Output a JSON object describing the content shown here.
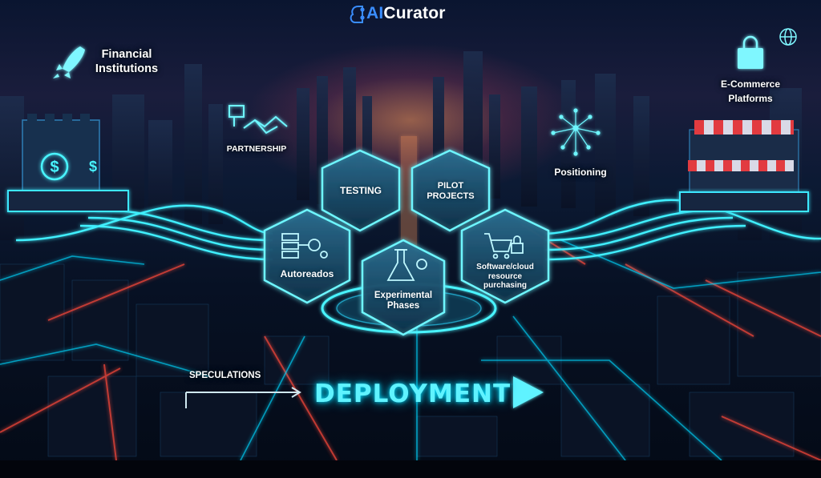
{
  "brand": {
    "prefix": "AI",
    "suffix": "Curator",
    "logo_icon": "brain-circuit-icon"
  },
  "corner_icon": "globe-icon",
  "sectors": {
    "financial": {
      "line1": "Financial",
      "line2": "Institutions",
      "icon": "rocket-icon",
      "building_icon": "dollar-icon"
    },
    "ecommerce": {
      "line1": "E-Commerce",
      "line2": "Platforms",
      "icon": "shopping-bag-icon",
      "building_icon": "storefront-icon"
    }
  },
  "nodes": {
    "partnership": {
      "label": "PARTNERSHIP",
      "icon": "handshake-icon"
    },
    "positioning": {
      "label": "Positioning",
      "icon": "neural-network-icon"
    }
  },
  "hexagons": [
    {
      "key": "testing",
      "label": "TESTING"
    },
    {
      "key": "pilot",
      "line1": "PILOT",
      "line2": "PROJECTS"
    },
    {
      "key": "autoreados",
      "label": "Autoreados",
      "icon": "server-gear-icon"
    },
    {
      "key": "experimental",
      "line1": "Experimental",
      "line2": "Phases",
      "icon": "flask-icon"
    },
    {
      "key": "software",
      "line1": "Software/cloud",
      "line2": "resource",
      "line3": "purchasing",
      "icon": "cart-lock-icon"
    }
  ],
  "flow": {
    "speculations": "SPECULATIONS",
    "deployment": "DEPLOYMENT",
    "arrow_icon": "play-arrow-icon"
  },
  "colors": {
    "cyan": "#5ff3ff",
    "glow": "#00d8ff",
    "accent_red": "#ff4a3a",
    "brand_blue": "#3a8dff"
  }
}
